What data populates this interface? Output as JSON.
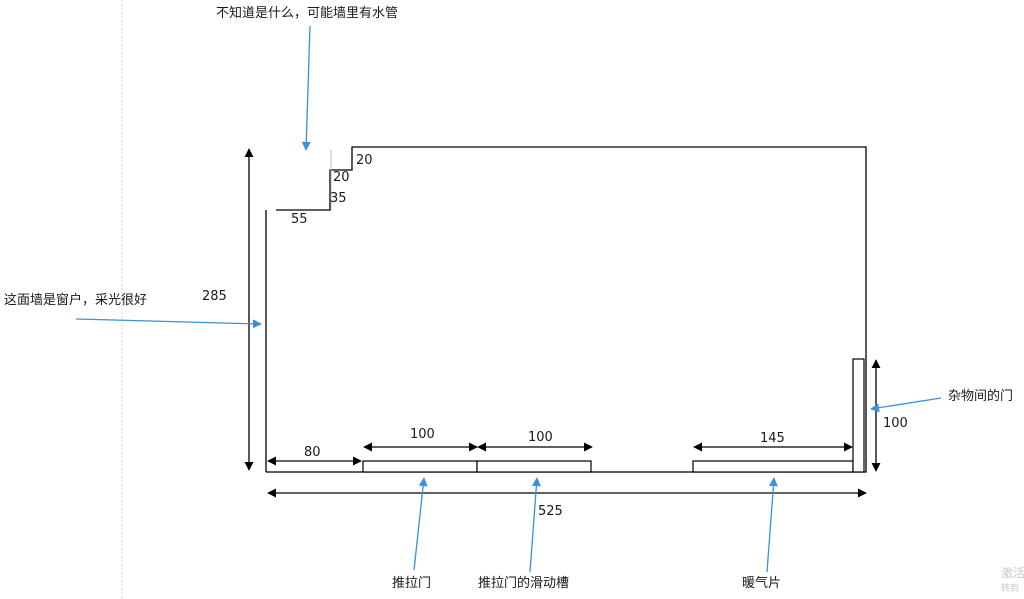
{
  "floor_plan": {
    "dimensions": {
      "wall_left": "285",
      "step_top": "20",
      "step_mid": "20",
      "step_lower": "35",
      "step_bottom": "55",
      "door_side": "100",
      "left_offset": "80",
      "slide_door_1": "100",
      "slide_door_2": "100",
      "radiator": "145",
      "total_width": "525"
    },
    "annotations": {
      "pipe_note": "不知道是什么，可能墙里有水管",
      "window_wall": "这面墙是窗户，采光很好",
      "storage_door": "杂物间的门",
      "sliding_door": "推拉门",
      "slide_track": "推拉门的滑动槽",
      "radiator": "暖气片"
    }
  },
  "watermark": {
    "line1": "激活",
    "line2": "转到"
  },
  "colors": {
    "wall": "#000000",
    "annotation_arrow": "#3b8fdc",
    "guide_line": "#d0d0d0"
  }
}
